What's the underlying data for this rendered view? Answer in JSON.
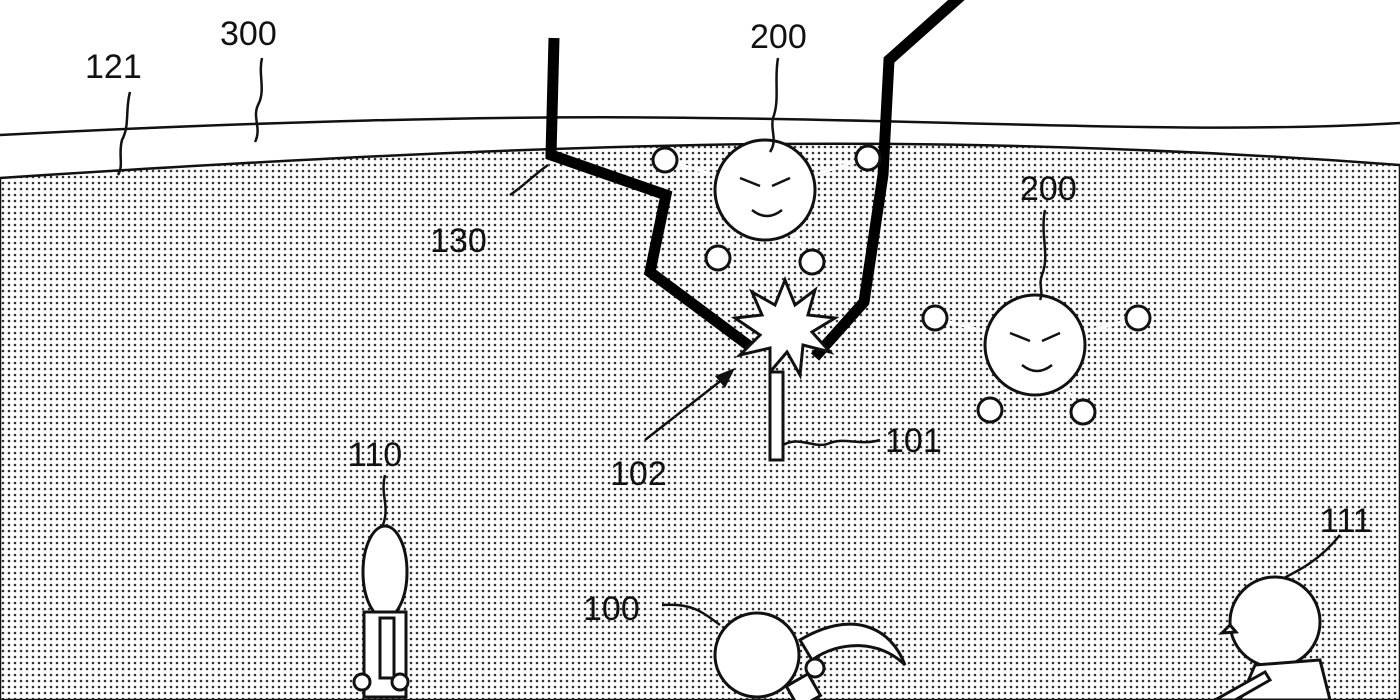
{
  "labels": {
    "ref_121": "121",
    "ref_300": "300",
    "ref_200_top": "200",
    "ref_200_right": "200",
    "ref_130": "130",
    "ref_102": "102",
    "ref_101": "101",
    "ref_110": "110",
    "ref_100": "100",
    "ref_111": "111"
  }
}
